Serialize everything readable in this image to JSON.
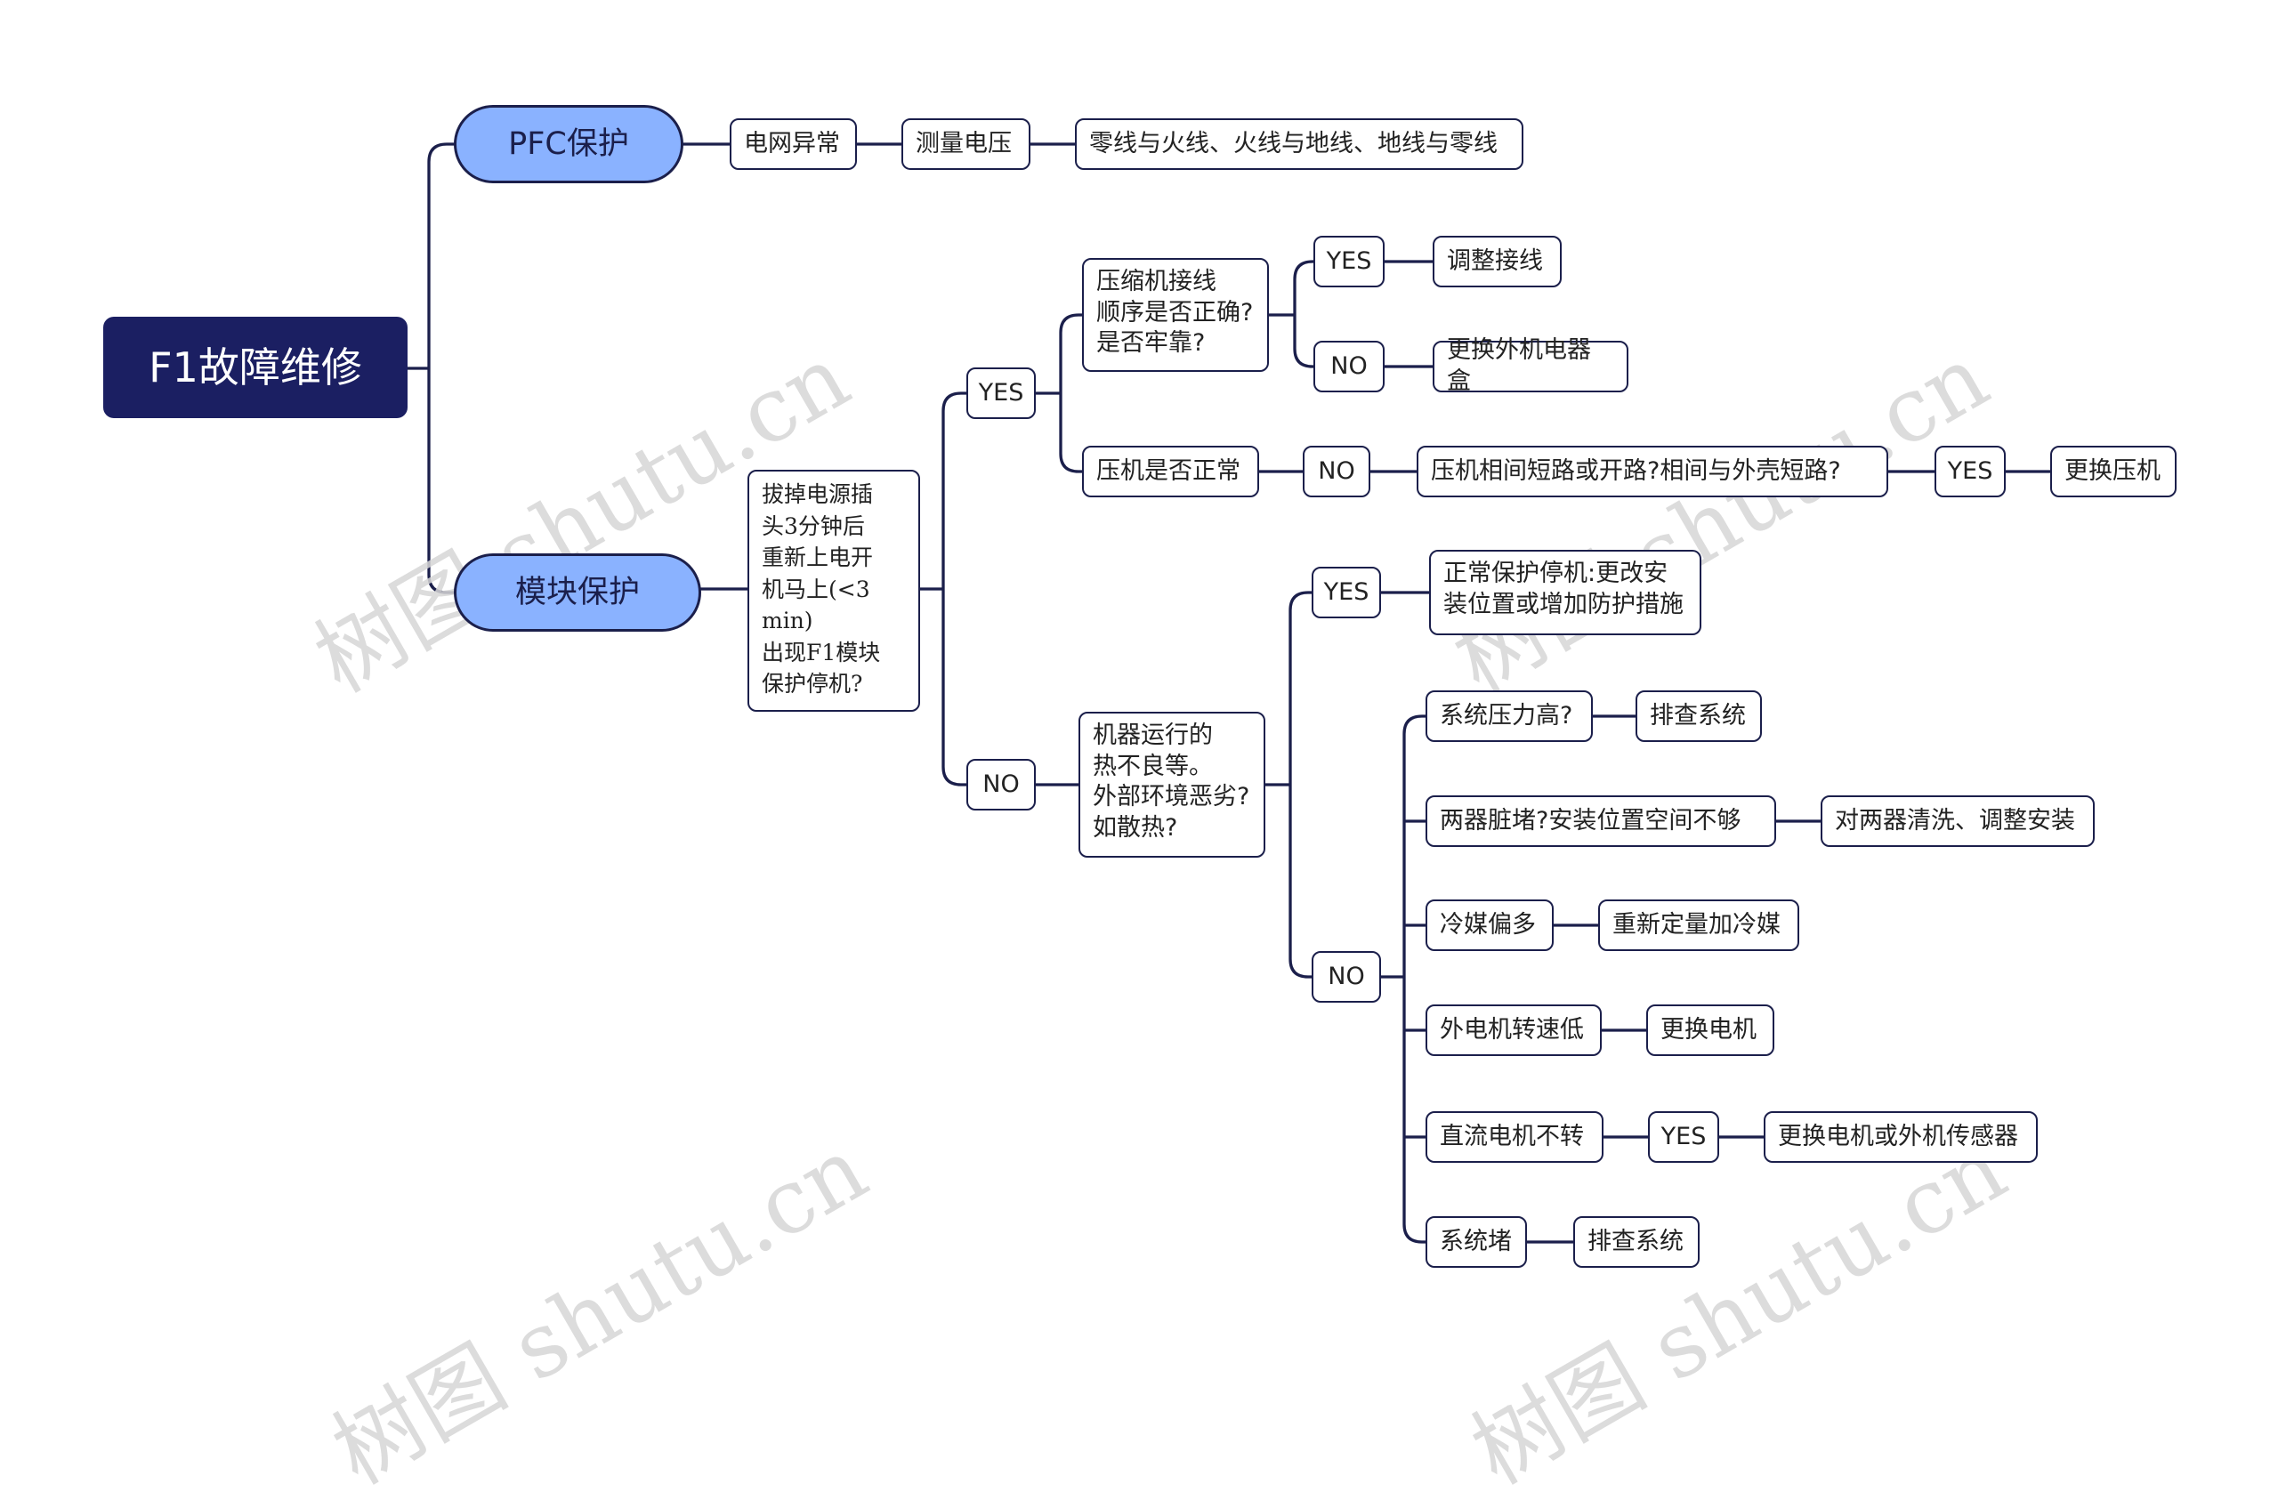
{
  "root": "F1故障维修",
  "branches": {
    "pfc": "PFC保护",
    "module": "模块保护"
  },
  "pfc": {
    "n1": "电网异常",
    "n2": "测量电压",
    "n3": "零线与火线、火线与地线、地线与零线"
  },
  "module": {
    "q1": "拔掉电源插\n头3分钟后\n重新上电开\n机马上(<3\nmin)\n出现F1模块\n保护停机?",
    "yes": "YES",
    "no": "NO",
    "yes_branch": {
      "q_wiring": "压缩机接线\n顺序是否正确?\n是否牢靠?",
      "wiring_yes": "YES",
      "wiring_yes_action": "调整接线",
      "wiring_no": "NO",
      "wiring_no_action": "更换外机电器盒",
      "q_comp": "压机是否正常",
      "comp_no": "NO",
      "q_short": "压机相间短路或开路?相间与外壳短路?",
      "short_yes": "YES",
      "short_yes_action": "更换压机"
    },
    "no_branch": {
      "q_env": "机器运行的\n热不良等。\n外部环境恶劣?\n如散热?",
      "env_yes": "YES",
      "env_yes_action": "正常保护停机:更改安\n装位置或增加防护措施",
      "env_no": "NO",
      "items": [
        {
          "cause": "系统压力高?",
          "action": "排查系统"
        },
        {
          "cause": "两器脏堵?安装位置空间不够",
          "action": "对两器清洗、调整安装"
        },
        {
          "cause": "冷媒偏多",
          "action": "重新定量加冷媒"
        },
        {
          "cause": "外电机转速低",
          "action": "更换电机"
        },
        {
          "cause": "直流电机不转",
          "mid": "YES",
          "action": "更换电机或外机传感器"
        },
        {
          "cause": "系统堵",
          "action": "排查系统"
        }
      ]
    }
  },
  "watermark": "树图 shutu.cn"
}
